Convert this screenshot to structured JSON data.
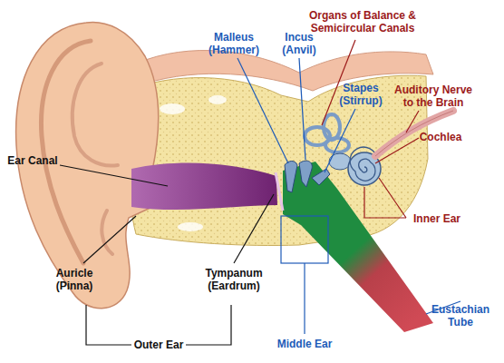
{
  "diagram": {
    "labels": [
      "Organs of Balance & Semicircular Canals",
      "Malleus (Hammer)",
      "Incus (Anvil)",
      "Stapes (Stirrup)",
      "Auditory Nerve to the Brain",
      "Cochlea",
      "Ear Canal",
      "Inner Ear",
      "Auricle (Pinna)",
      "Tympanum (Eardrum)",
      "Outer Ear",
      "Middle Ear",
      "Eustachian Tube"
    ]
  }
}
